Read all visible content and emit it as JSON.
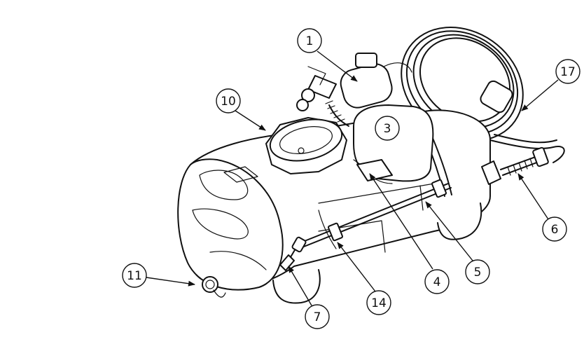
{
  "diagram": {
    "callouts": [
      {
        "id": "c1",
        "label": "1"
      },
      {
        "id": "c3",
        "label": "3"
      },
      {
        "id": "c4",
        "label": "4"
      },
      {
        "id": "c5",
        "label": "5"
      },
      {
        "id": "c6",
        "label": "6"
      },
      {
        "id": "c7",
        "label": "7"
      },
      {
        "id": "c10",
        "label": "10"
      },
      {
        "id": "c11",
        "label": "11"
      },
      {
        "id": "c14",
        "label": "14"
      },
      {
        "id": "c17",
        "label": "17"
      }
    ]
  }
}
